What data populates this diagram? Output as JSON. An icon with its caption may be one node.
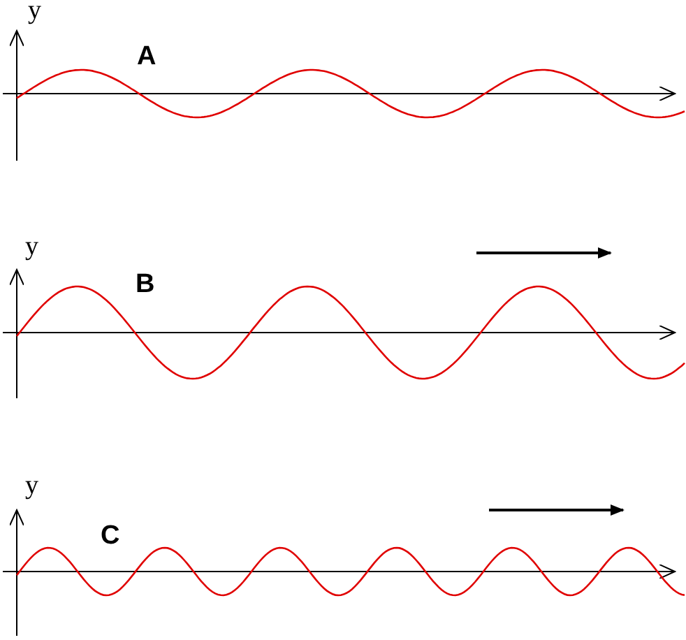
{
  "diagram": {
    "labels": [
      "y",
      "A",
      "y",
      "B",
      "y",
      "C"
    ]
  }
}
